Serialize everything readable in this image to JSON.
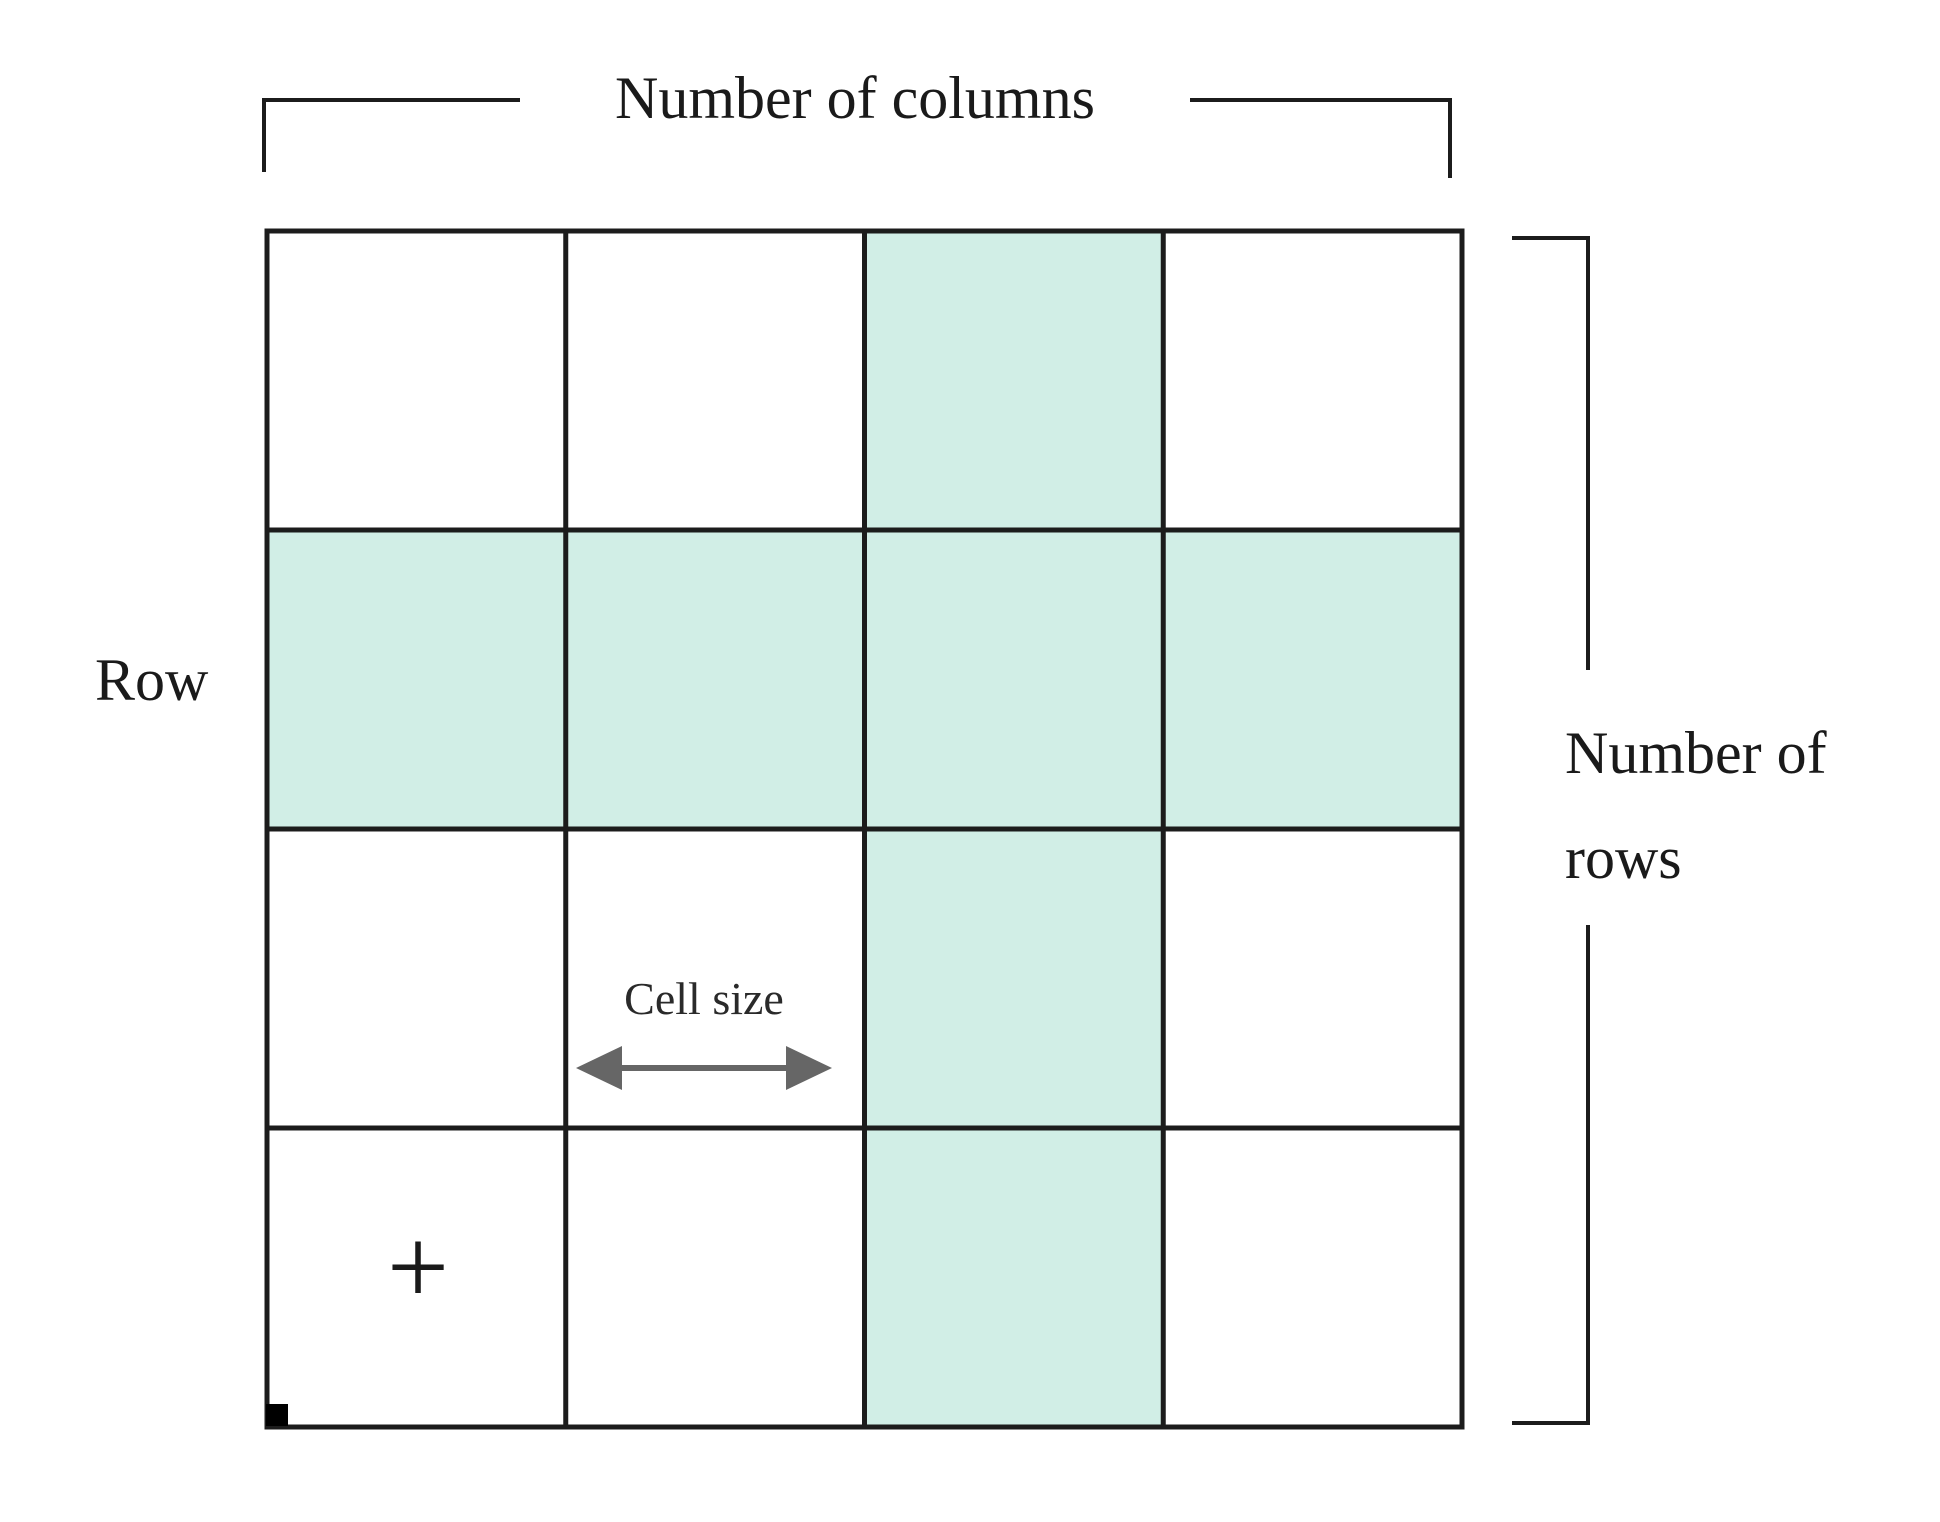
{
  "labels": {
    "columns": "Number of columns",
    "row": "Row",
    "rows_line1": "Number of",
    "rows_line2": "rows",
    "cell_size": "Cell size",
    "origin_marker": "+"
  },
  "grid": {
    "rows": 4,
    "columns": 4,
    "highlighted_row": 2,
    "highlighted_column": 3
  },
  "colors": {
    "highlight": "#d1eee6",
    "line": "#1c1c1c",
    "arrow": "#666666",
    "background": "#ffffff"
  }
}
